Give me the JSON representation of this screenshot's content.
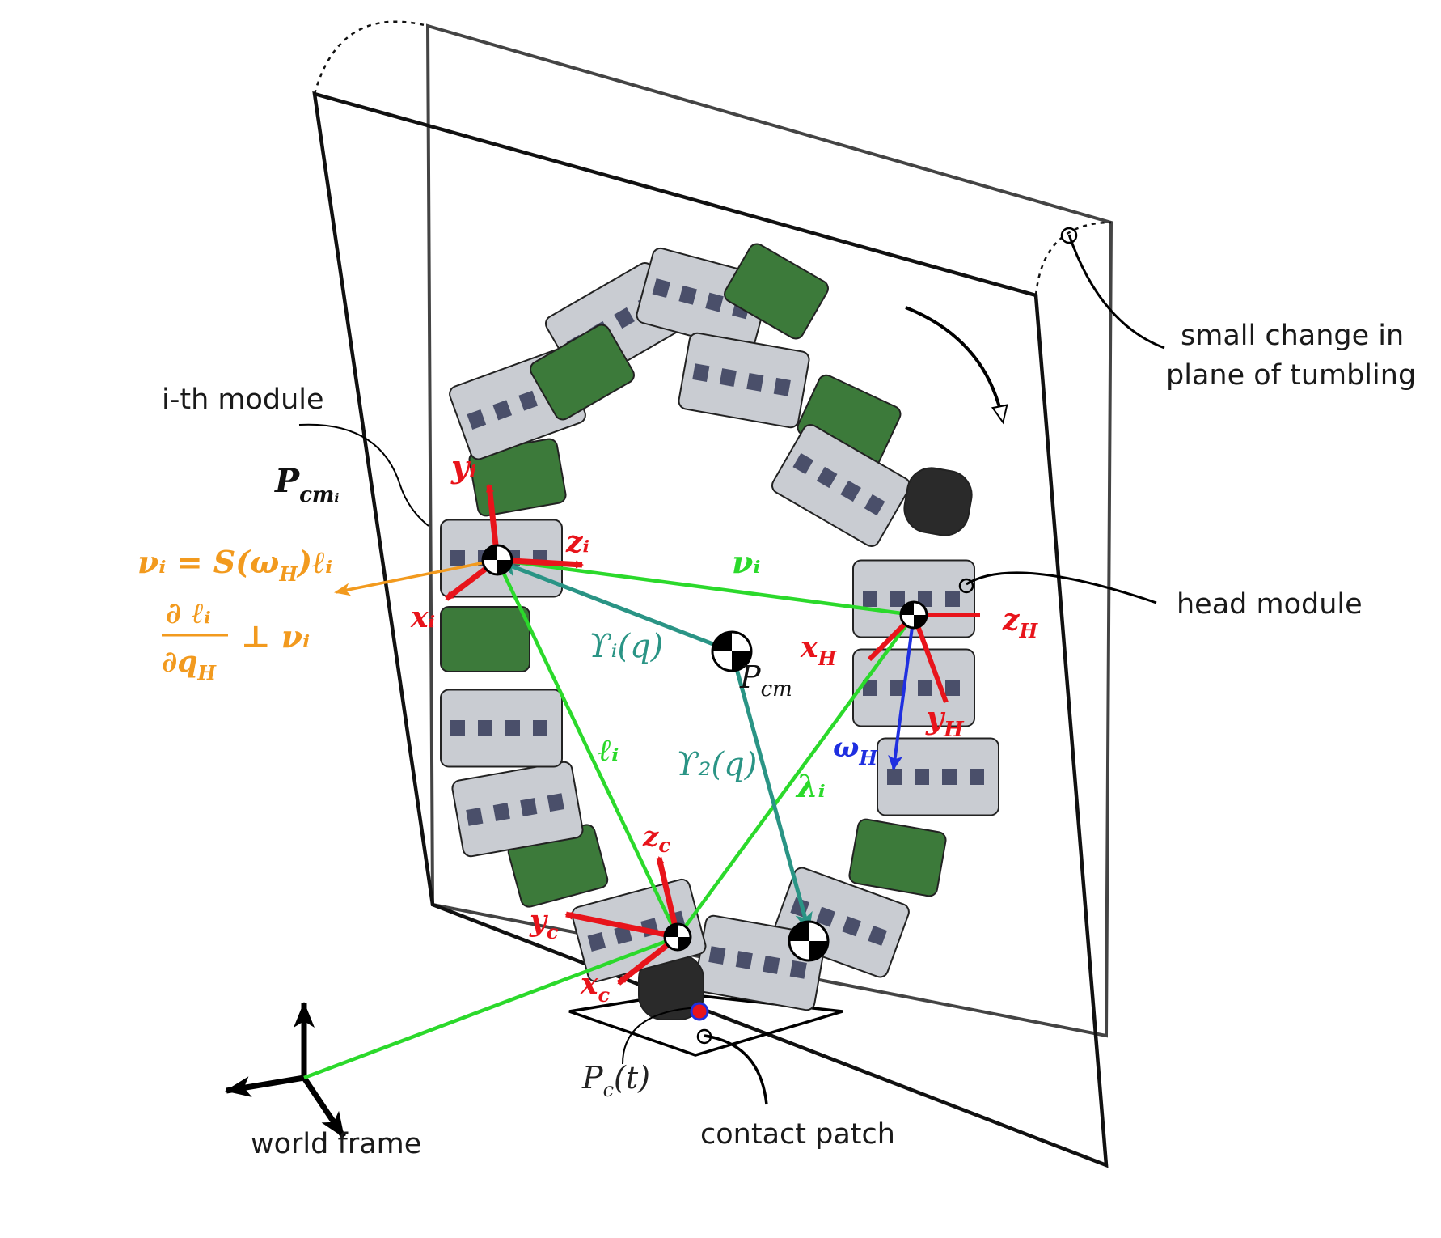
{
  "labels": {
    "ith_module": "i-th module",
    "head_module": "head module",
    "small_change_line1": "small change in",
    "small_change_line2": "plane of tumbling",
    "world_frame": "world frame",
    "contact_patch": "contact patch"
  },
  "math": {
    "p_cmi": "P",
    "p_cmi_sub": "cmᵢ",
    "v_i_eq": "νᵢ = S(ω",
    "v_i_eq_sub": "H",
    "v_i_eq_tail": ")ℓᵢ",
    "frac_num": "∂ ℓᵢ",
    "frac_den": "∂q",
    "frac_den_sub": "H",
    "perp": "⊥ νᵢ",
    "y_i": "yᵢ",
    "z_i": "zᵢ",
    "x_i": "xᵢ",
    "v_i": "νᵢ",
    "upsilon_i": "ϒᵢ(q)",
    "upsilon_2": "ϒ₂(q)",
    "p_cm": "P",
    "p_cm_sub": "cm",
    "l_i": "ℓᵢ",
    "lambda_i": "λᵢ",
    "x_h": "x",
    "x_h_sub": "H",
    "z_h": "z",
    "z_h_sub": "H",
    "y_h": "y",
    "y_h_sub": "H",
    "omega_h": "ω",
    "omega_h_sub": "H",
    "z_c": "z",
    "z_c_sub": "c",
    "y_c": "y",
    "y_c_sub": "c",
    "x_c": "x",
    "x_c_sub": "c",
    "p_c_t": "P",
    "p_c_t_sub": "c",
    "p_c_t_tail": "(t)"
  },
  "colors": {
    "frame_axis": "#e8141b",
    "vector_green": "#2bd92b",
    "vector_teal": "#2a9485",
    "velocity_orange": "#f29a1e",
    "angular_blue": "#1f2fe0",
    "module_green": "#3c7a3a",
    "module_silver": "#c9ccd2",
    "module_dark": "#2a2a2a"
  }
}
